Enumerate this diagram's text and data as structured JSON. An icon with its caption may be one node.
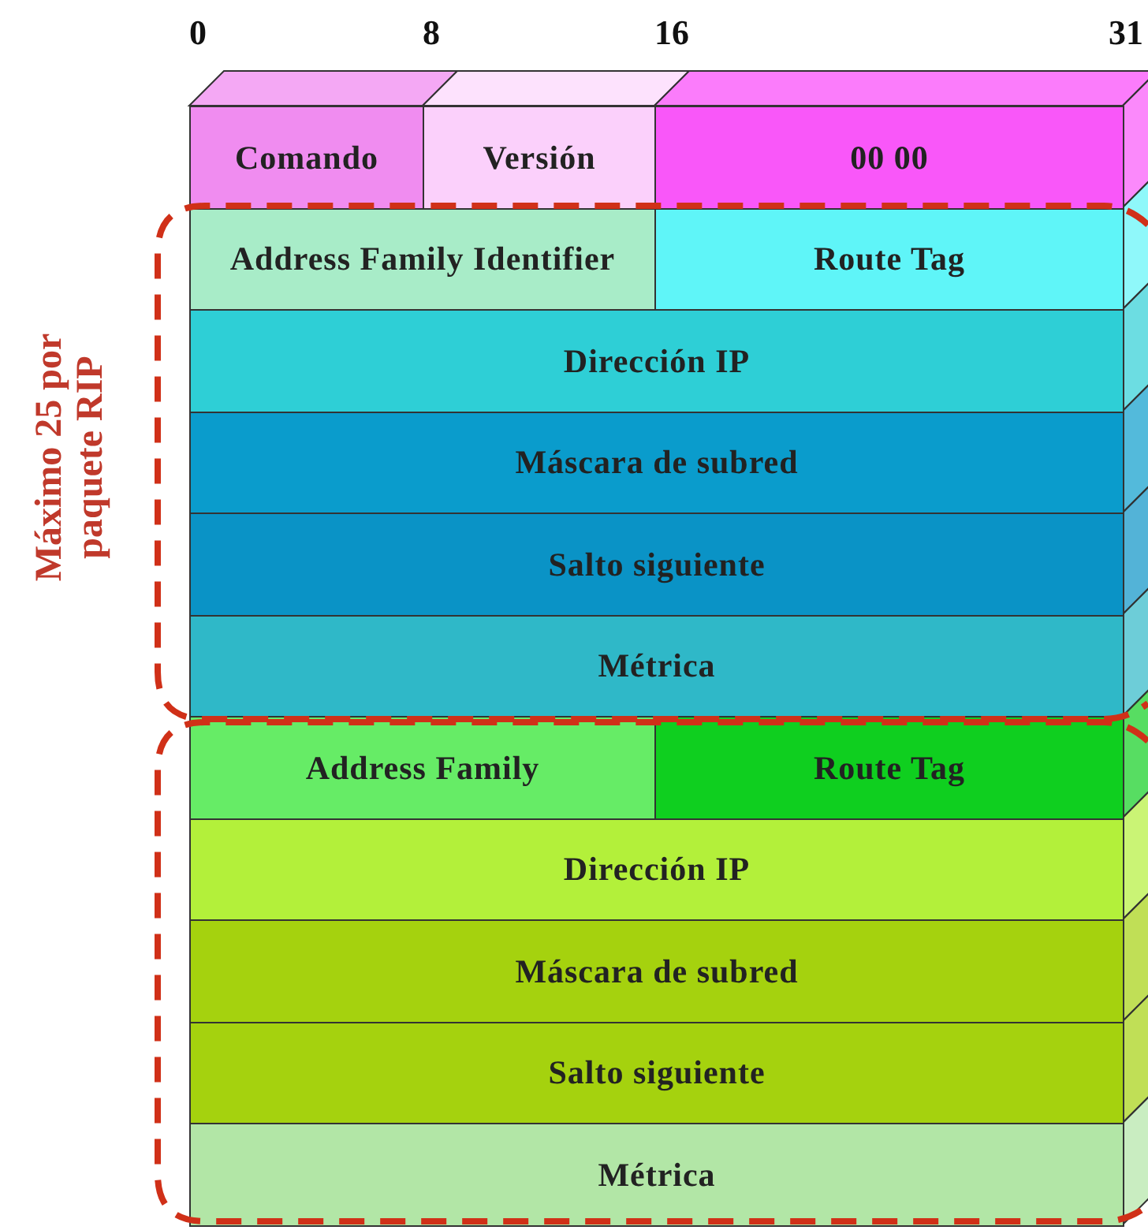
{
  "diagram": {
    "nodes": [
      {
        "text": [
          "Comando"
        ]
      },
      {
        "text": [
          "Versión"
        ]
      },
      {
        "text": [
          "00  00"
        ]
      },
      {
        "text": [
          "Address Family Identifier"
        ]
      },
      {
        "text": [
          "Route Tag"
        ]
      },
      {
        "text": [
          "Dirección IP"
        ]
      },
      {
        "text": [
          "Máscara de subred"
        ]
      },
      {
        "text": [
          "Salto siguiente"
        ]
      },
      {
        "text": [
          "Métrica"
        ]
      },
      {
        "text": [
          "Address Family"
        ]
      },
      {
        "text": [
          "Route Tag"
        ]
      },
      {
        "text": [
          "Dirección IP"
        ]
      },
      {
        "text": [
          "Máscara de subred"
        ]
      },
      {
        "text": [
          "Salto siguiente"
        ]
      },
      {
        "text": [
          "Métrica"
        ]
      }
    ],
    "labels": [
      "0",
      "8",
      "16",
      "31",
      "Máximo 25 por paquete RIP"
    ]
  }
}
